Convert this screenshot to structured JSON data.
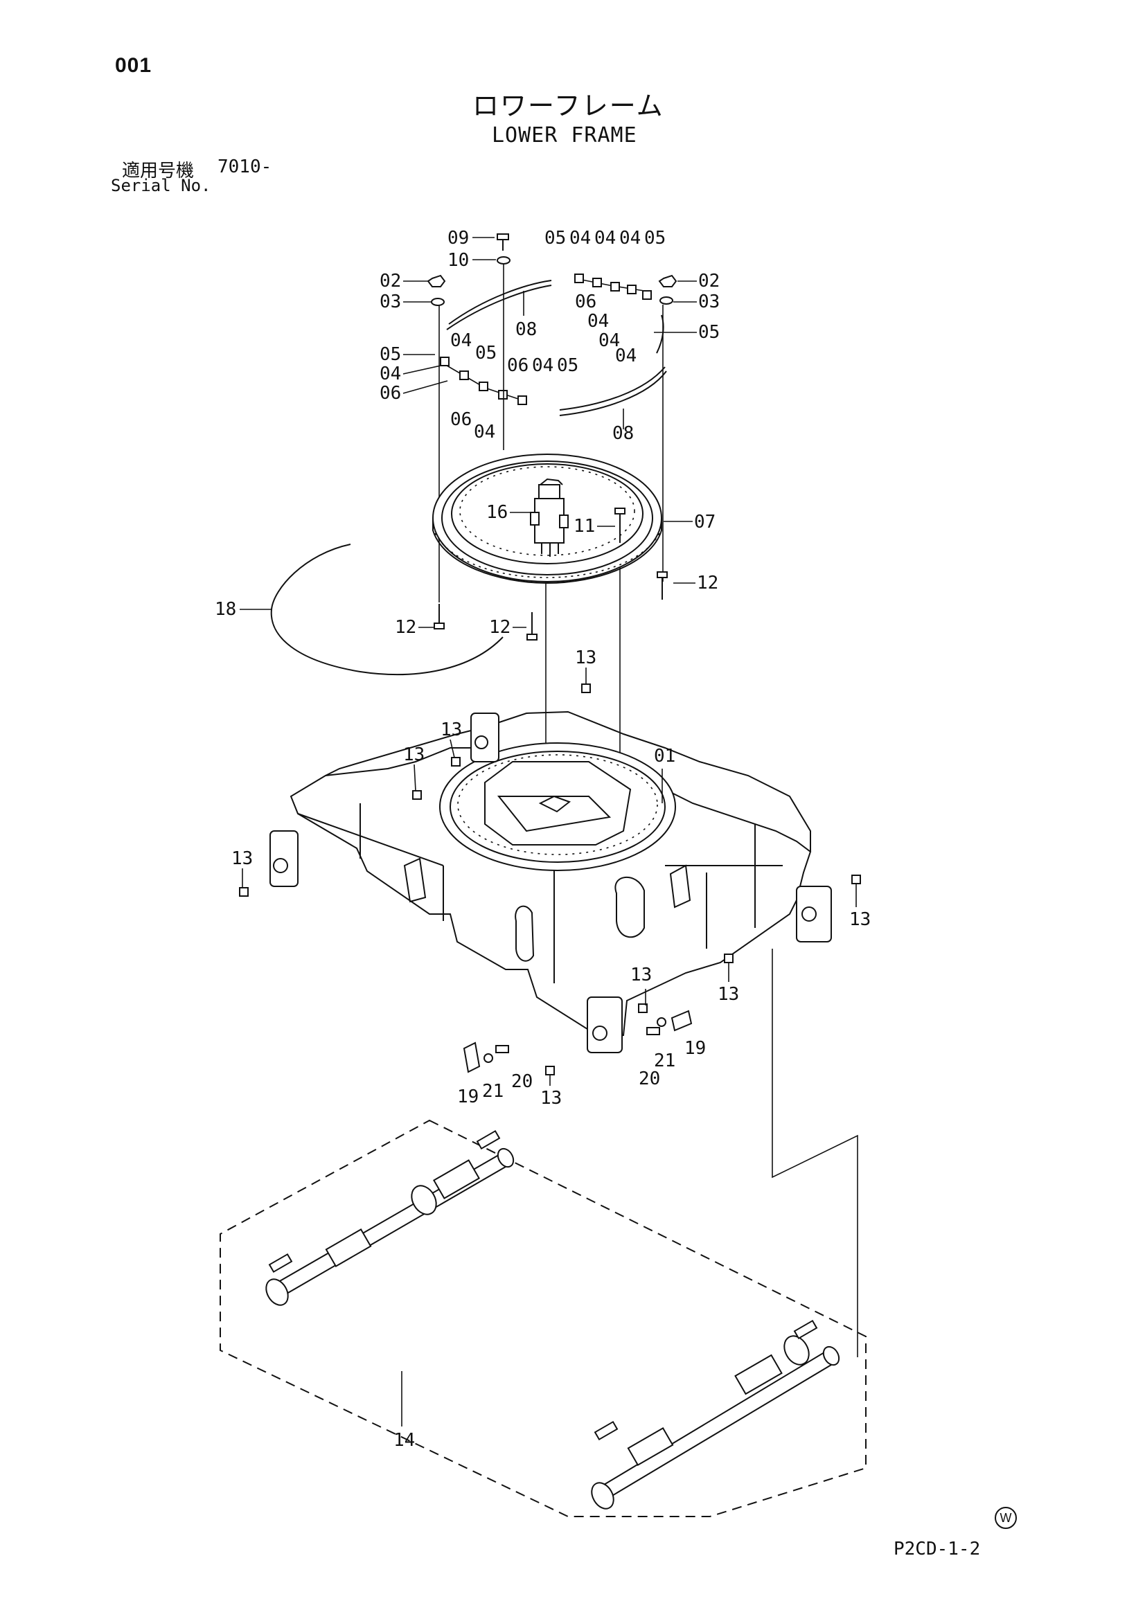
{
  "header": {
    "page_number": "001",
    "title_ja": "ロワーフレーム",
    "title_en": "LOWER FRAME",
    "serial_label_ja": "適用号機",
    "serial_value": "7010-",
    "serial_label_en": "Serial No."
  },
  "footer": {
    "mark": "W",
    "page_code": "P2CD-1-2"
  },
  "callouts": [
    "09",
    "10",
    "05",
    "04",
    "04",
    "04",
    "05",
    "02",
    "03",
    "08",
    "06",
    "04",
    "04",
    "02",
    "03",
    "05",
    "05",
    "04",
    "06",
    "04",
    "05",
    "06",
    "04",
    "05",
    "06",
    "04",
    "04",
    "08",
    "16",
    "11",
    "07",
    "12",
    "18",
    "12",
    "12",
    "13",
    "13",
    "13",
    "01",
    "13",
    "13",
    "13",
    "13",
    "19",
    "21",
    "20",
    "13",
    "21",
    "20",
    "19",
    "14"
  ]
}
